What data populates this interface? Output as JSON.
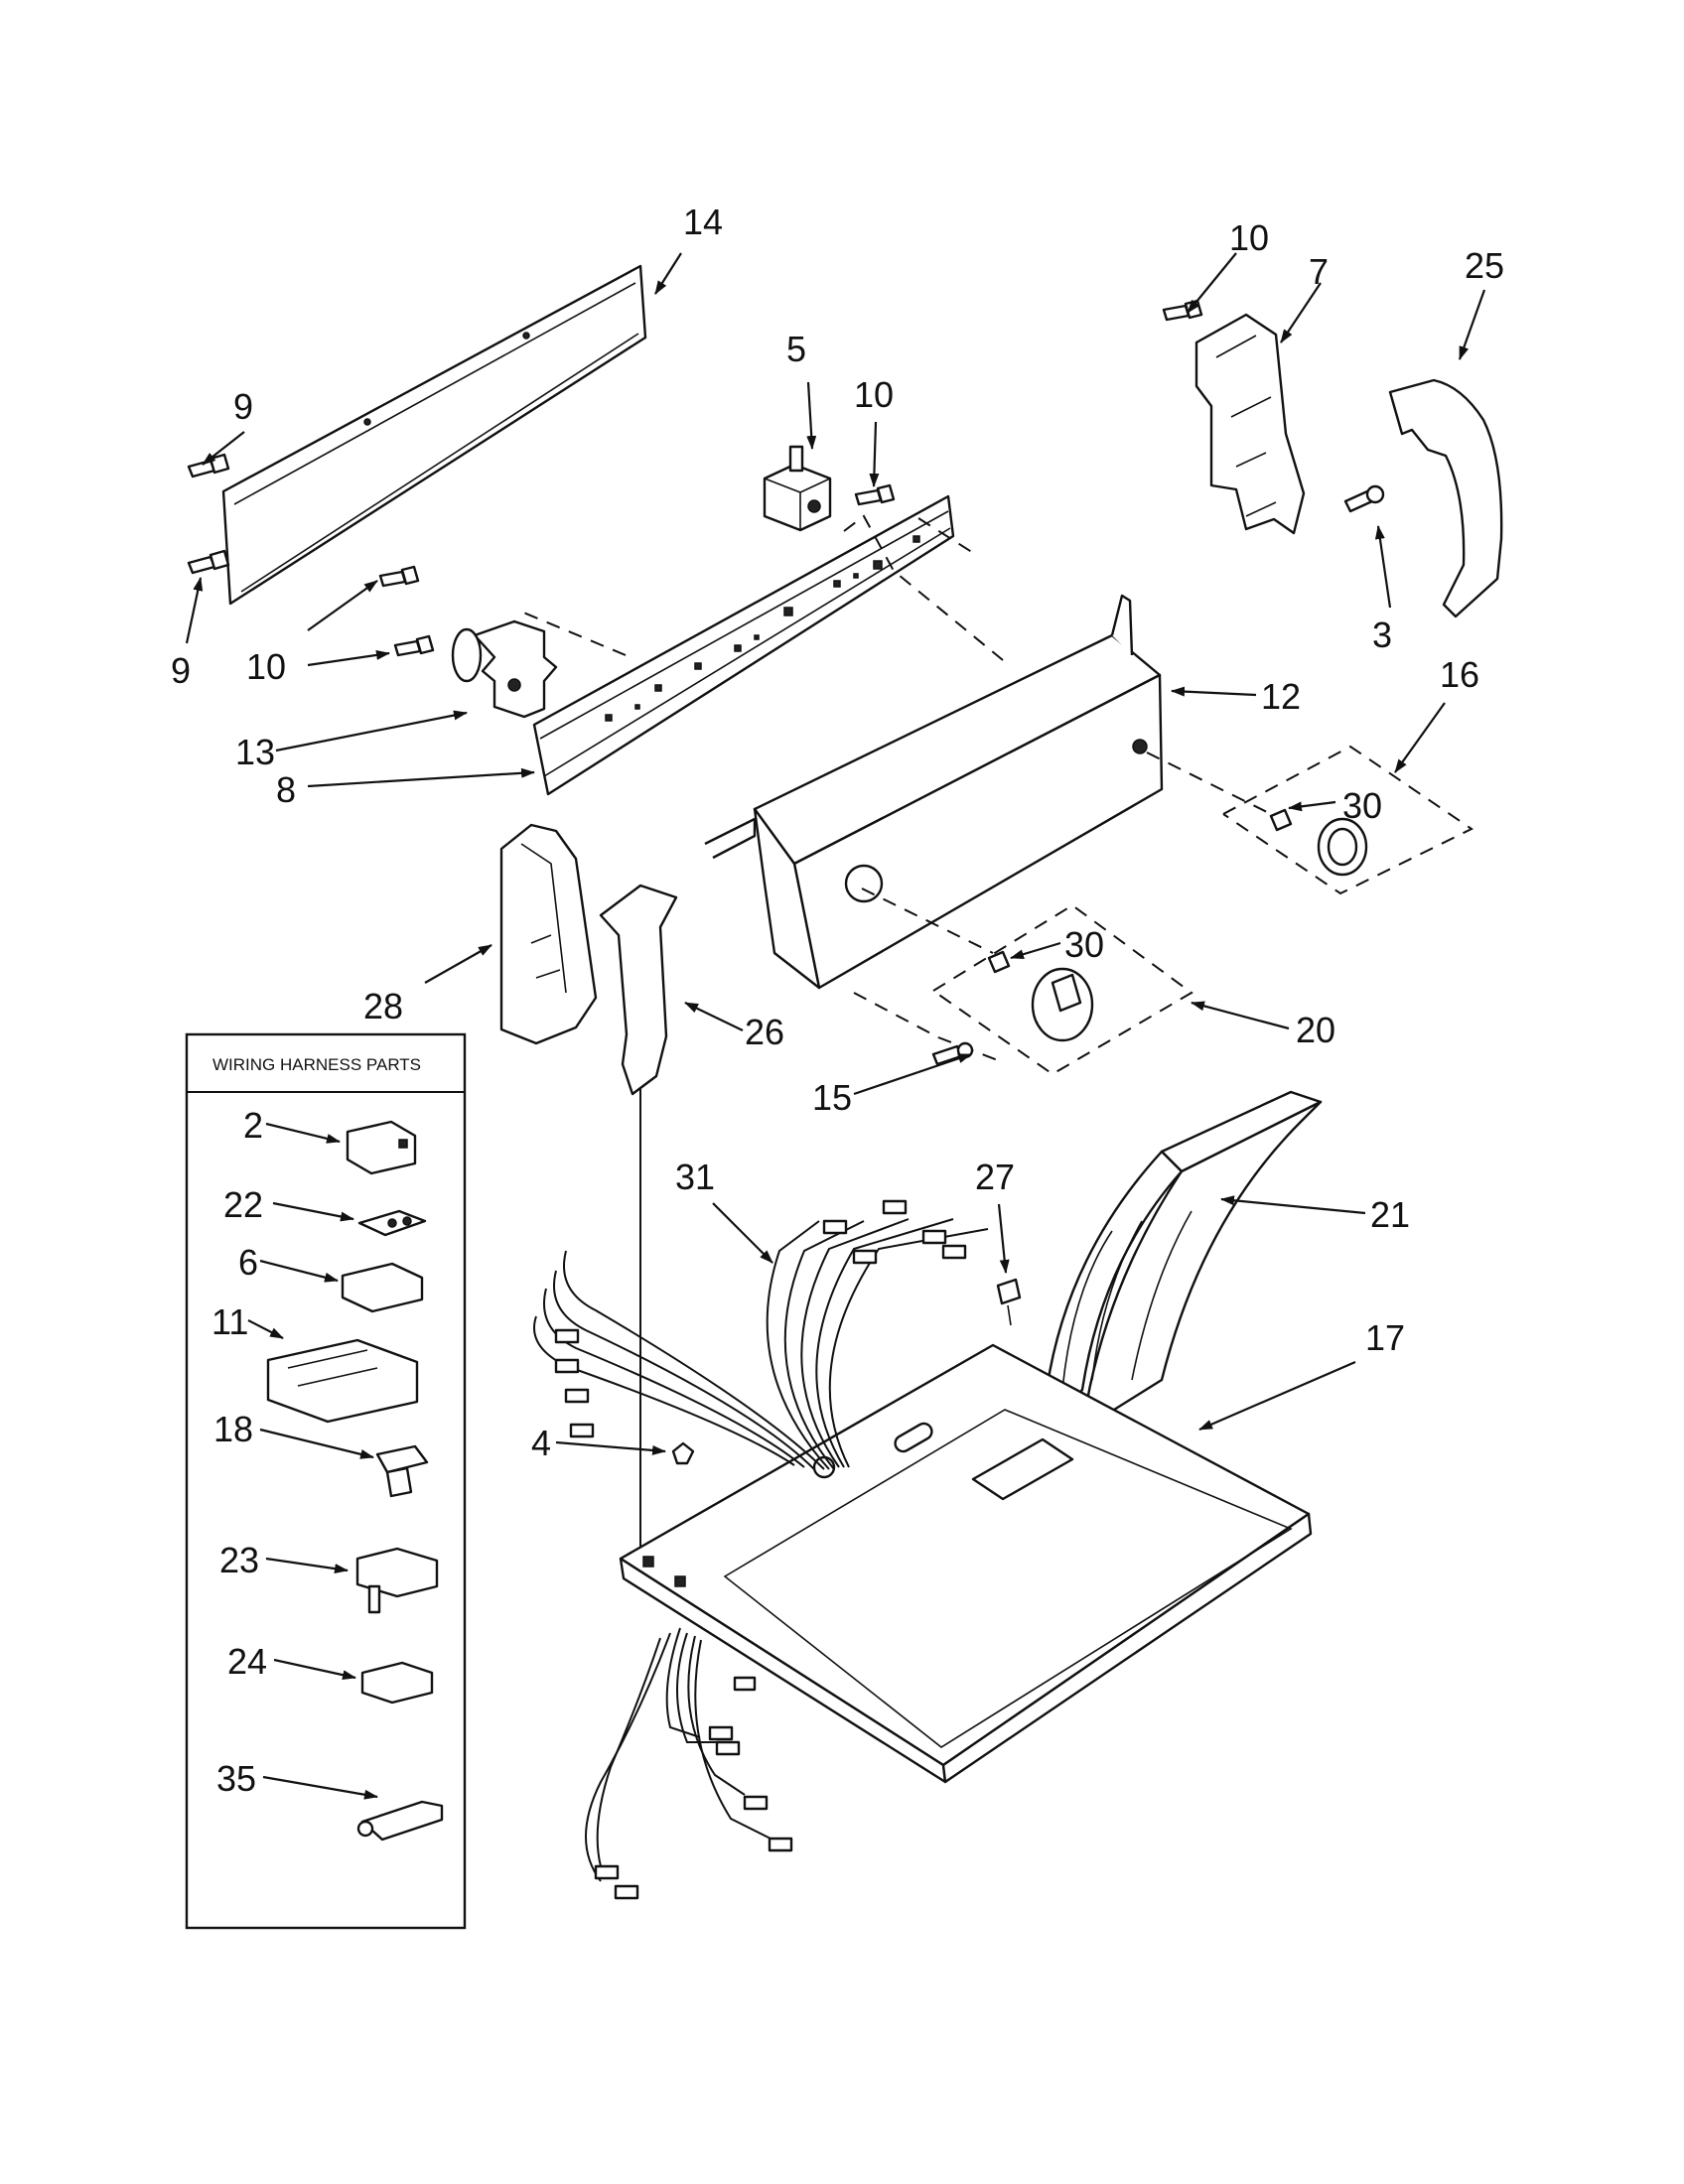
{
  "diagram": {
    "callouts": [
      "14",
      "9",
      "9",
      "5",
      "10",
      "10",
      "10",
      "7",
      "25",
      "3",
      "13",
      "8",
      "12",
      "16",
      "30",
      "30",
      "28",
      "26",
      "20",
      "15",
      "27",
      "21",
      "31",
      "4",
      "17"
    ],
    "harness_box": {
      "title": "WIRING HARNESS PARTS",
      "items": [
        "2",
        "22",
        "6",
        "11",
        "18",
        "23",
        "24",
        "35"
      ]
    }
  }
}
